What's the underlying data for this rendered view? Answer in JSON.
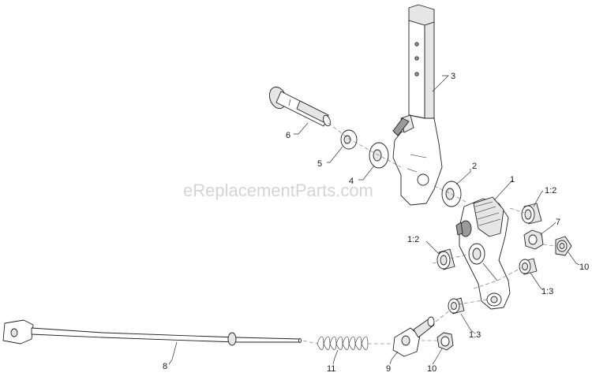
{
  "watermark": "eReplacementParts.com",
  "callouts": {
    "c1": "1",
    "c2": "2",
    "c3": "3",
    "c4": "4",
    "c5": "5",
    "c6": "6",
    "c7": "7",
    "c8": "8",
    "c9": "9",
    "c10a": "10",
    "c10b": "10",
    "c11": "11",
    "c12a": "1:2",
    "c12b": "1:2",
    "c13a": "1:3",
    "c13b": "1:3"
  }
}
